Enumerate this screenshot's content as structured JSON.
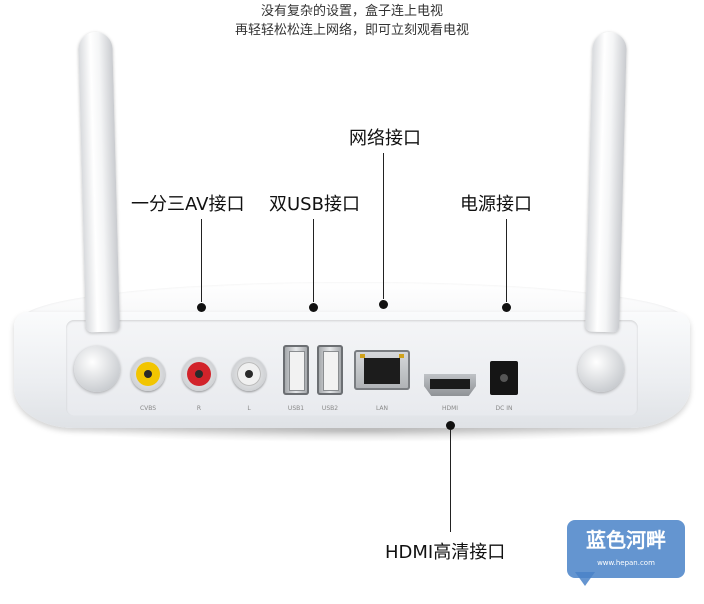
{
  "intro": {
    "line1": "没有复杂的设置，盒子连上电视",
    "line2": "再轻轻松松连上网络，即可立刻观看电视"
  },
  "callouts": {
    "network": "网络接口",
    "av": "一分三AV接口",
    "usb": "双USB接口",
    "power": "电源接口",
    "hdmi": "HDMI高清接口"
  },
  "ports": {
    "cvbs": "CVBS",
    "r": "R",
    "l": "L",
    "usb1": "USB1",
    "usb2": "USB2",
    "lan": "LAN",
    "hdmi": "HDMI",
    "dc": "DC IN"
  },
  "colors": {
    "cvbs": "#f2c500",
    "r": "#d2232a",
    "l": "#f0f0f0"
  },
  "watermark": {
    "text": "蓝色河畔",
    "url": "www.hepan.com"
  }
}
